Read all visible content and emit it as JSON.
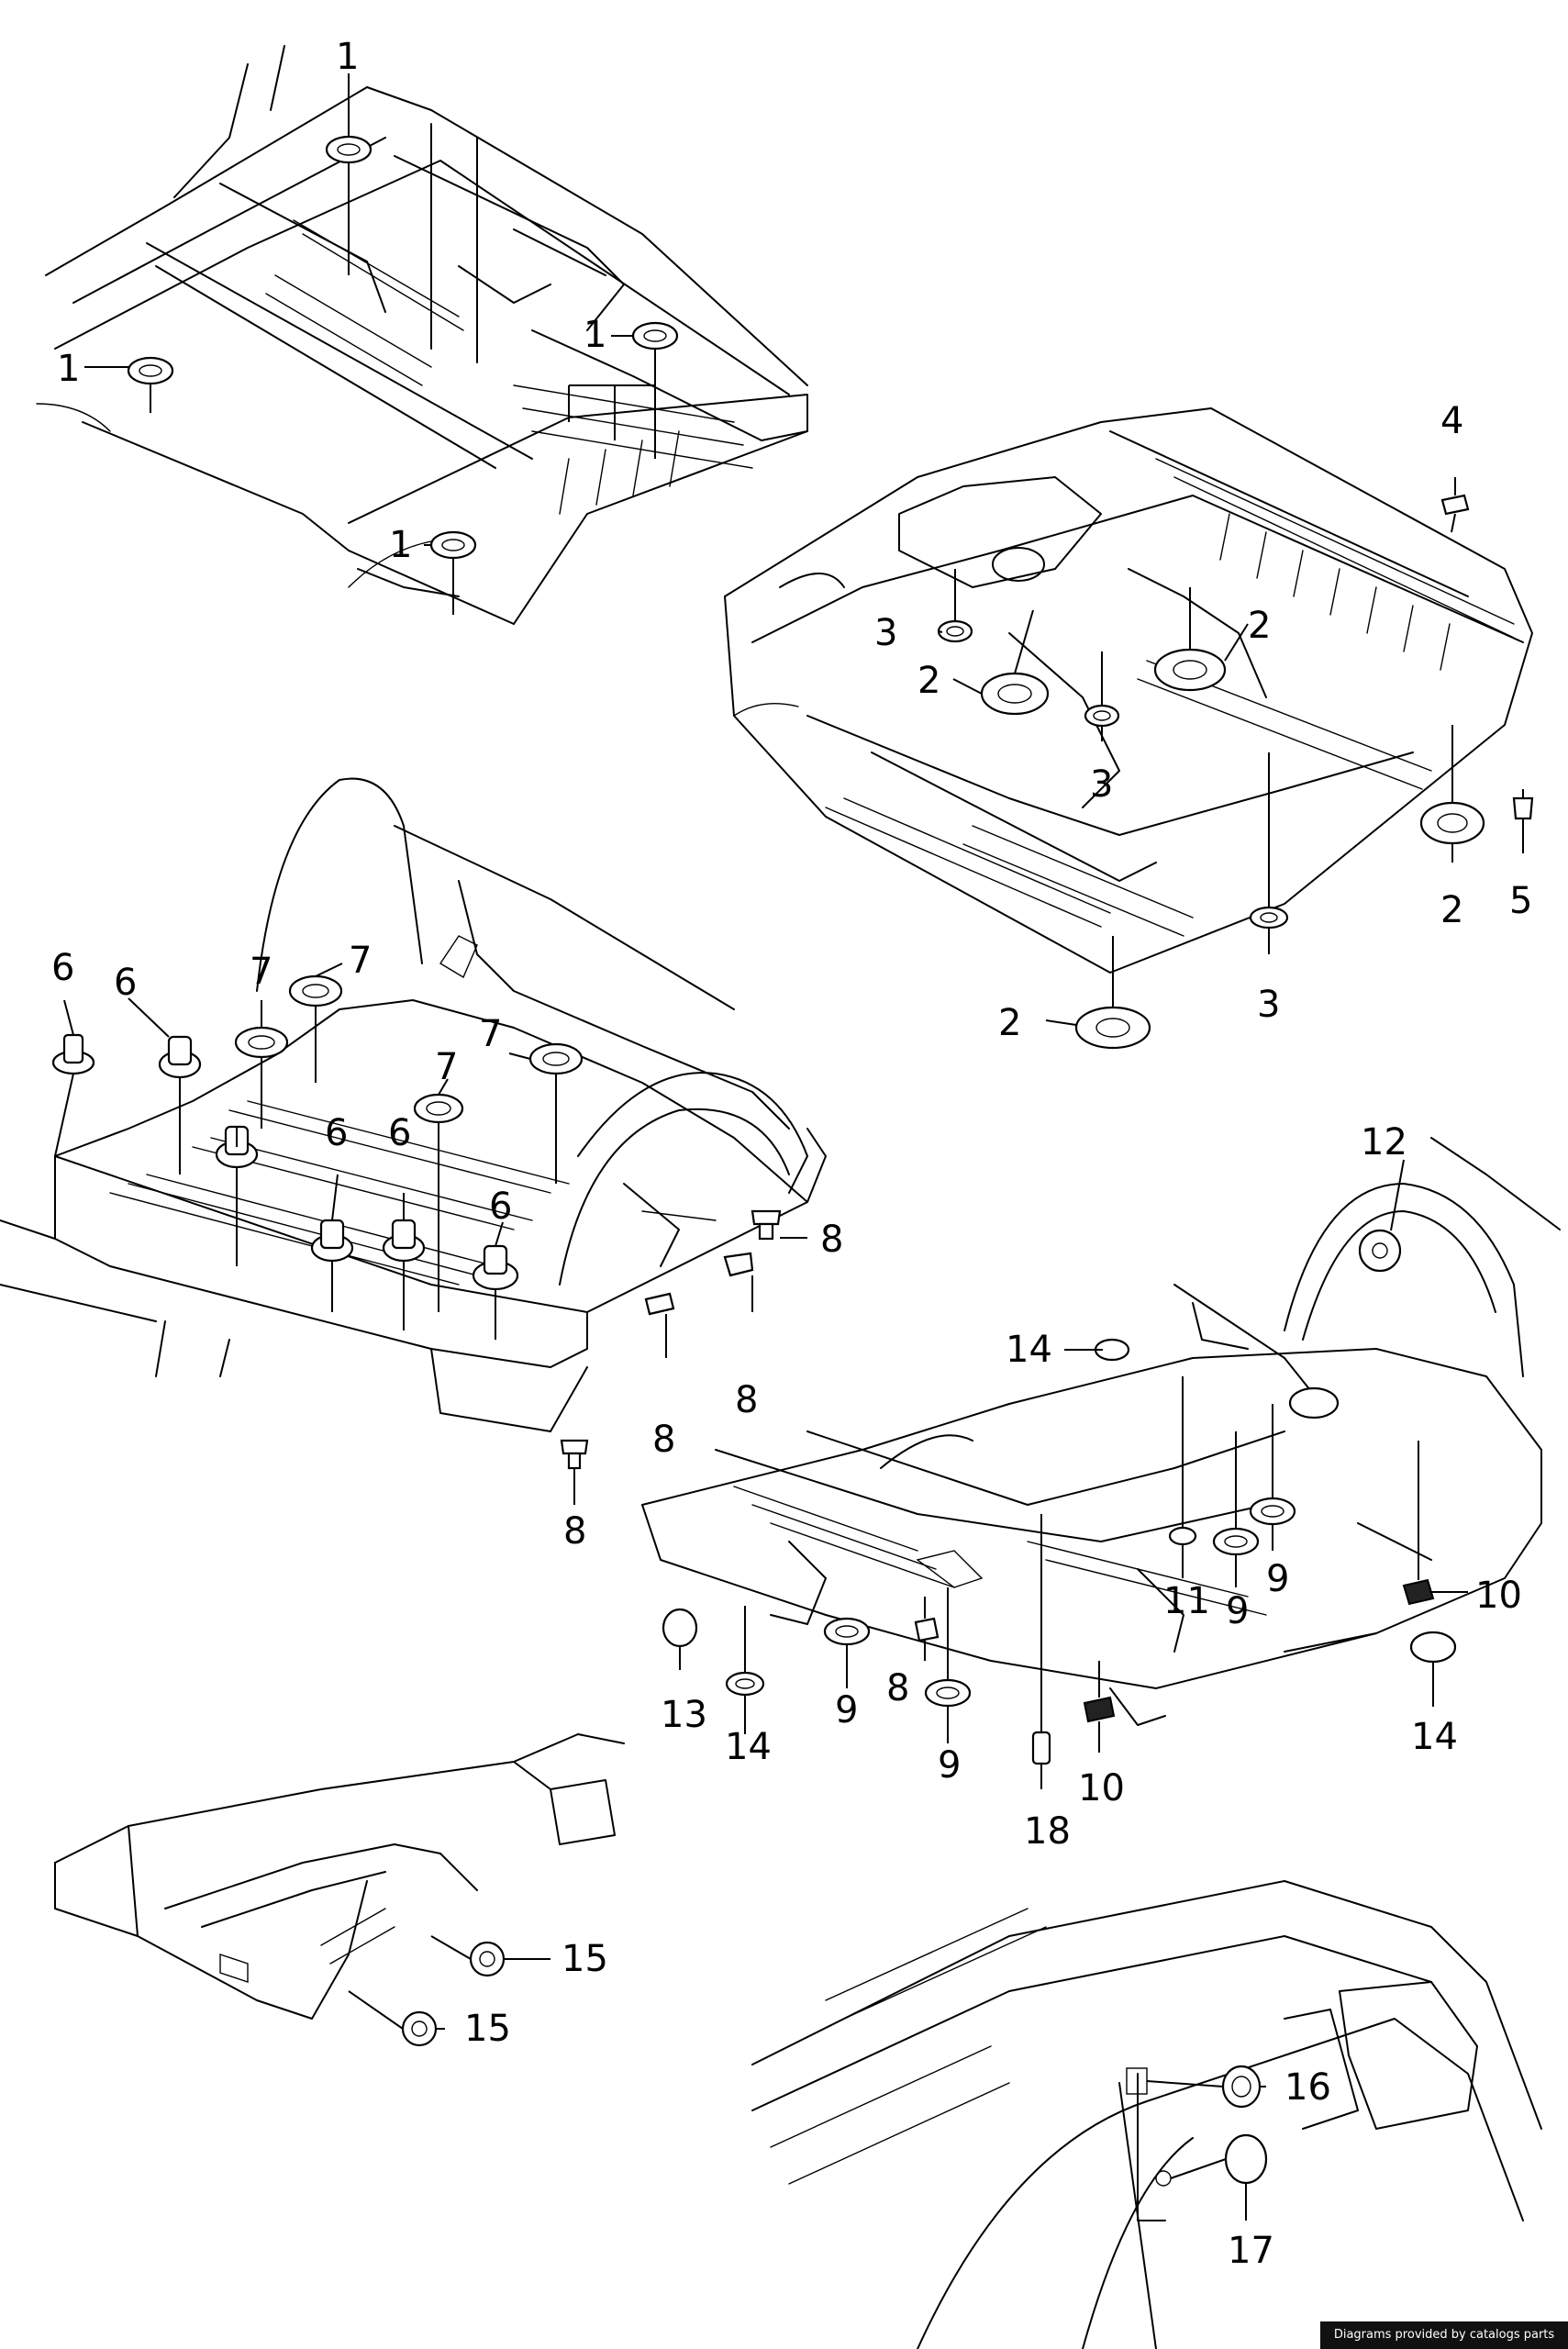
{
  "footer": {
    "credit": "Diagrams provided by catalogs parts"
  },
  "callouts": [
    {
      "id": "c1a",
      "label": "1"
    },
    {
      "id": "c1b",
      "label": "1"
    },
    {
      "id": "c1c",
      "label": "1"
    },
    {
      "id": "c1d",
      "label": "1"
    },
    {
      "id": "c2a",
      "label": "2"
    },
    {
      "id": "c2b",
      "label": "2"
    },
    {
      "id": "c2c",
      "label": "2"
    },
    {
      "id": "c2d",
      "label": "2"
    },
    {
      "id": "c3a",
      "label": "3"
    },
    {
      "id": "c3b",
      "label": "3"
    },
    {
      "id": "c3c",
      "label": "3"
    },
    {
      "id": "c4",
      "label": "4"
    },
    {
      "id": "c5",
      "label": "5"
    },
    {
      "id": "c6a",
      "label": "6"
    },
    {
      "id": "c6b",
      "label": "6"
    },
    {
      "id": "c6c",
      "label": "6"
    },
    {
      "id": "c6d",
      "label": "6"
    },
    {
      "id": "c6e",
      "label": "6"
    },
    {
      "id": "c7a",
      "label": "7"
    },
    {
      "id": "c7b",
      "label": "7"
    },
    {
      "id": "c7c",
      "label": "7"
    },
    {
      "id": "c7d",
      "label": "7"
    },
    {
      "id": "c8a",
      "label": "8"
    },
    {
      "id": "c8b",
      "label": "8"
    },
    {
      "id": "c8c",
      "label": "8"
    },
    {
      "id": "c8d",
      "label": "8"
    },
    {
      "id": "c8e",
      "label": "8"
    },
    {
      "id": "c9a",
      "label": "9"
    },
    {
      "id": "c9b",
      "label": "9"
    },
    {
      "id": "c9c",
      "label": "9"
    },
    {
      "id": "c9d",
      "label": "9"
    },
    {
      "id": "c10a",
      "label": "10"
    },
    {
      "id": "c10b",
      "label": "10"
    },
    {
      "id": "c11",
      "label": "11"
    },
    {
      "id": "c12",
      "label": "12"
    },
    {
      "id": "c13",
      "label": "13"
    },
    {
      "id": "c14a",
      "label": "14"
    },
    {
      "id": "c14b",
      "label": "14"
    },
    {
      "id": "c14c",
      "label": "14"
    },
    {
      "id": "c15a",
      "label": "15"
    },
    {
      "id": "c15b",
      "label": "15"
    },
    {
      "id": "c16",
      "label": "16"
    },
    {
      "id": "c17",
      "label": "17"
    },
    {
      "id": "c18",
      "label": "18"
    }
  ]
}
